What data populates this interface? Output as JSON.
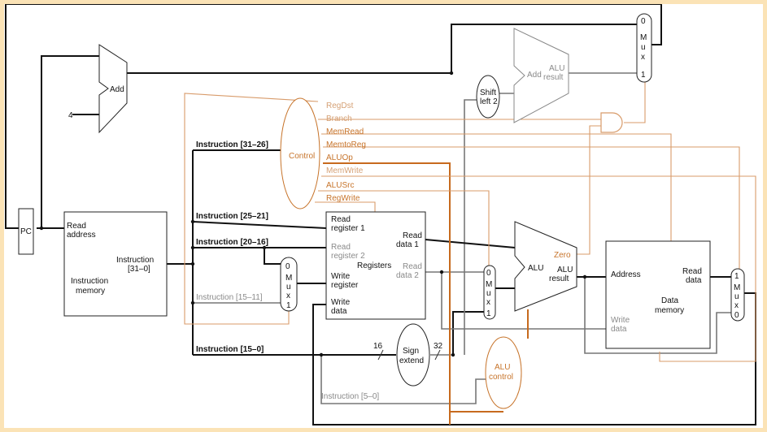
{
  "blocks": {
    "pc": "PC",
    "add_top": "Add",
    "add_branch": "Add",
    "alu_result_top": [
      "ALU",
      "result"
    ],
    "shift_left": [
      "Shift",
      "left 2"
    ],
    "control": "Control",
    "instruction_memory": {
      "read_address": [
        "Read",
        "address"
      ],
      "instruction_out": [
        "Instruction",
        "[31–0]"
      ],
      "name": [
        "Instruction",
        "memory"
      ]
    },
    "registers": {
      "read_reg1": [
        "Read",
        "register 1"
      ],
      "read_reg2": [
        "Read",
        "register 2"
      ],
      "write_reg": [
        "Write",
        "register"
      ],
      "write_data": [
        "Write",
        "data"
      ],
      "read_data1": [
        "Read",
        "data 1"
      ],
      "read_data2": [
        "Read",
        "data 2"
      ],
      "name": "Registers"
    },
    "alu": {
      "name": "ALU",
      "zero": "Zero",
      "result": [
        "ALU",
        "result"
      ]
    },
    "data_memory": {
      "address": "Address",
      "read_data": [
        "Read",
        "data"
      ],
      "write_data": [
        "Write",
        "data"
      ],
      "name": [
        "Data",
        "memory"
      ]
    },
    "sign_extend": [
      "Sign",
      "extend"
    ],
    "alu_control": [
      "ALU",
      "control"
    ]
  },
  "mux": {
    "pc_mux": [
      "0",
      "M",
      "u",
      "x",
      "1"
    ],
    "reg_mux": [
      "0",
      "M",
      "u",
      "x",
      "1"
    ],
    "alu_mux": [
      "0",
      "M",
      "u",
      "x",
      "1"
    ],
    "mem_mux": [
      "1",
      "M",
      "u",
      "x",
      "0"
    ]
  },
  "constants": {
    "four": "4",
    "bits_in": "16",
    "bits_out": "32"
  },
  "instruction_fields": {
    "f31_26": "Instruction [31–26]",
    "f25_21": "Instruction [25–21]",
    "f20_16": "Instruction [20–16]",
    "f15_11": "Instruction [15–11]",
    "f15_0": "Instruction [15–0]",
    "f5_0": "Instruction [5–0]"
  },
  "control_signals": [
    "RegDst",
    "Branch",
    "MemRead",
    "MemtoReg",
    "ALUOp",
    "MemWrite",
    "ALUSrc",
    "RegWrite"
  ],
  "colors": {
    "frame": "#fbe3b6",
    "control_line": "#d89b6a",
    "aluop_line": "#c76a1e",
    "wire": "#111111",
    "dim_text": "#8a8a8a"
  }
}
